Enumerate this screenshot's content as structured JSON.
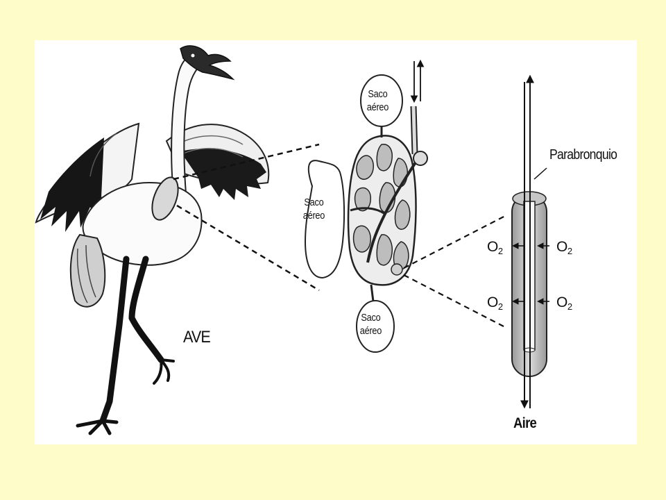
{
  "diagram": {
    "bird_label": "AVE",
    "air_sac_top": {
      "line1": "Saco",
      "line2": "aéreo"
    },
    "air_sac_left": {
      "line1": "Saco",
      "line2": "aéreo"
    },
    "air_sac_bottom": {
      "line1": "Saco",
      "line2": "aéreo"
    },
    "parabronchus_label": "Parabronquio",
    "air_label": "Aire",
    "oxygen_left_top": {
      "symbol": "O",
      "subscript": "2"
    },
    "oxygen_left_bottom": {
      "symbol": "O",
      "subscript": "2"
    },
    "oxygen_right_top": {
      "symbol": "O",
      "subscript": "2"
    },
    "oxygen_right_bottom": {
      "symbol": "O",
      "subscript": "2"
    }
  },
  "colors": {
    "page_background": "#FEFCC8",
    "panel_background": "#FFFFFF",
    "ink": "#111111",
    "tissue_gray": "#B8B8B8"
  }
}
